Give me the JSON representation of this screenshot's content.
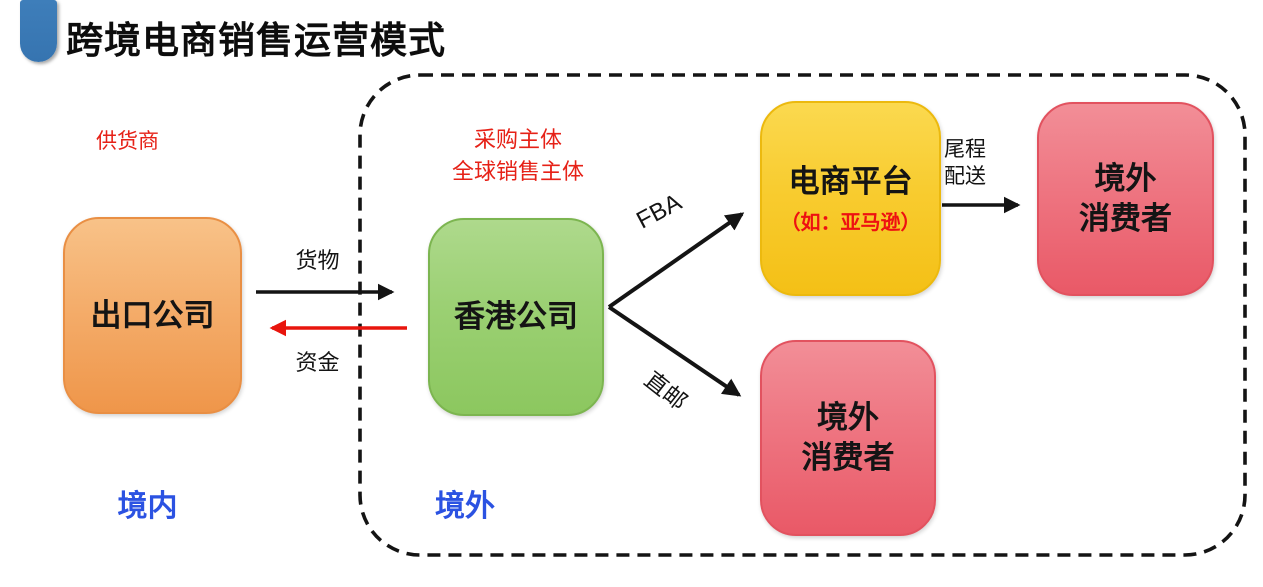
{
  "title": "跨境电商销售运营模式",
  "regions": {
    "domestic_label": "境内",
    "overseas_label": "境外"
  },
  "nodes": {
    "export_company": {
      "label": "出口公司",
      "annotation": "供货商"
    },
    "hk_company": {
      "label": "香港公司",
      "annotation_line1": "采购主体",
      "annotation_line2": "全球销售主体"
    },
    "platform": {
      "label": "电商平台",
      "sublabel": "（如：亚马逊）"
    },
    "overseas_consumer_top": {
      "label_line1": "境外",
      "label_line2": "消费者"
    },
    "overseas_consumer_bottom": {
      "label_line1": "境外",
      "label_line2": "消费者"
    }
  },
  "flows": {
    "goods": "货物",
    "funds": "资金",
    "fba": "FBA",
    "direct_mail": "直邮",
    "last_mile_line1": "尾程",
    "last_mile_line2": "配送"
  },
  "colors": {
    "accent_bar": "#3a79b6",
    "red_text": "#e62117",
    "blue_text": "#2b52e2",
    "orange_box": "#f0994d",
    "green_box": "#8cc75f",
    "yellow_box": "#f4c016",
    "pink_box": "#e95967",
    "funds_arrow": "#e8150d",
    "line_black": "#141414"
  }
}
